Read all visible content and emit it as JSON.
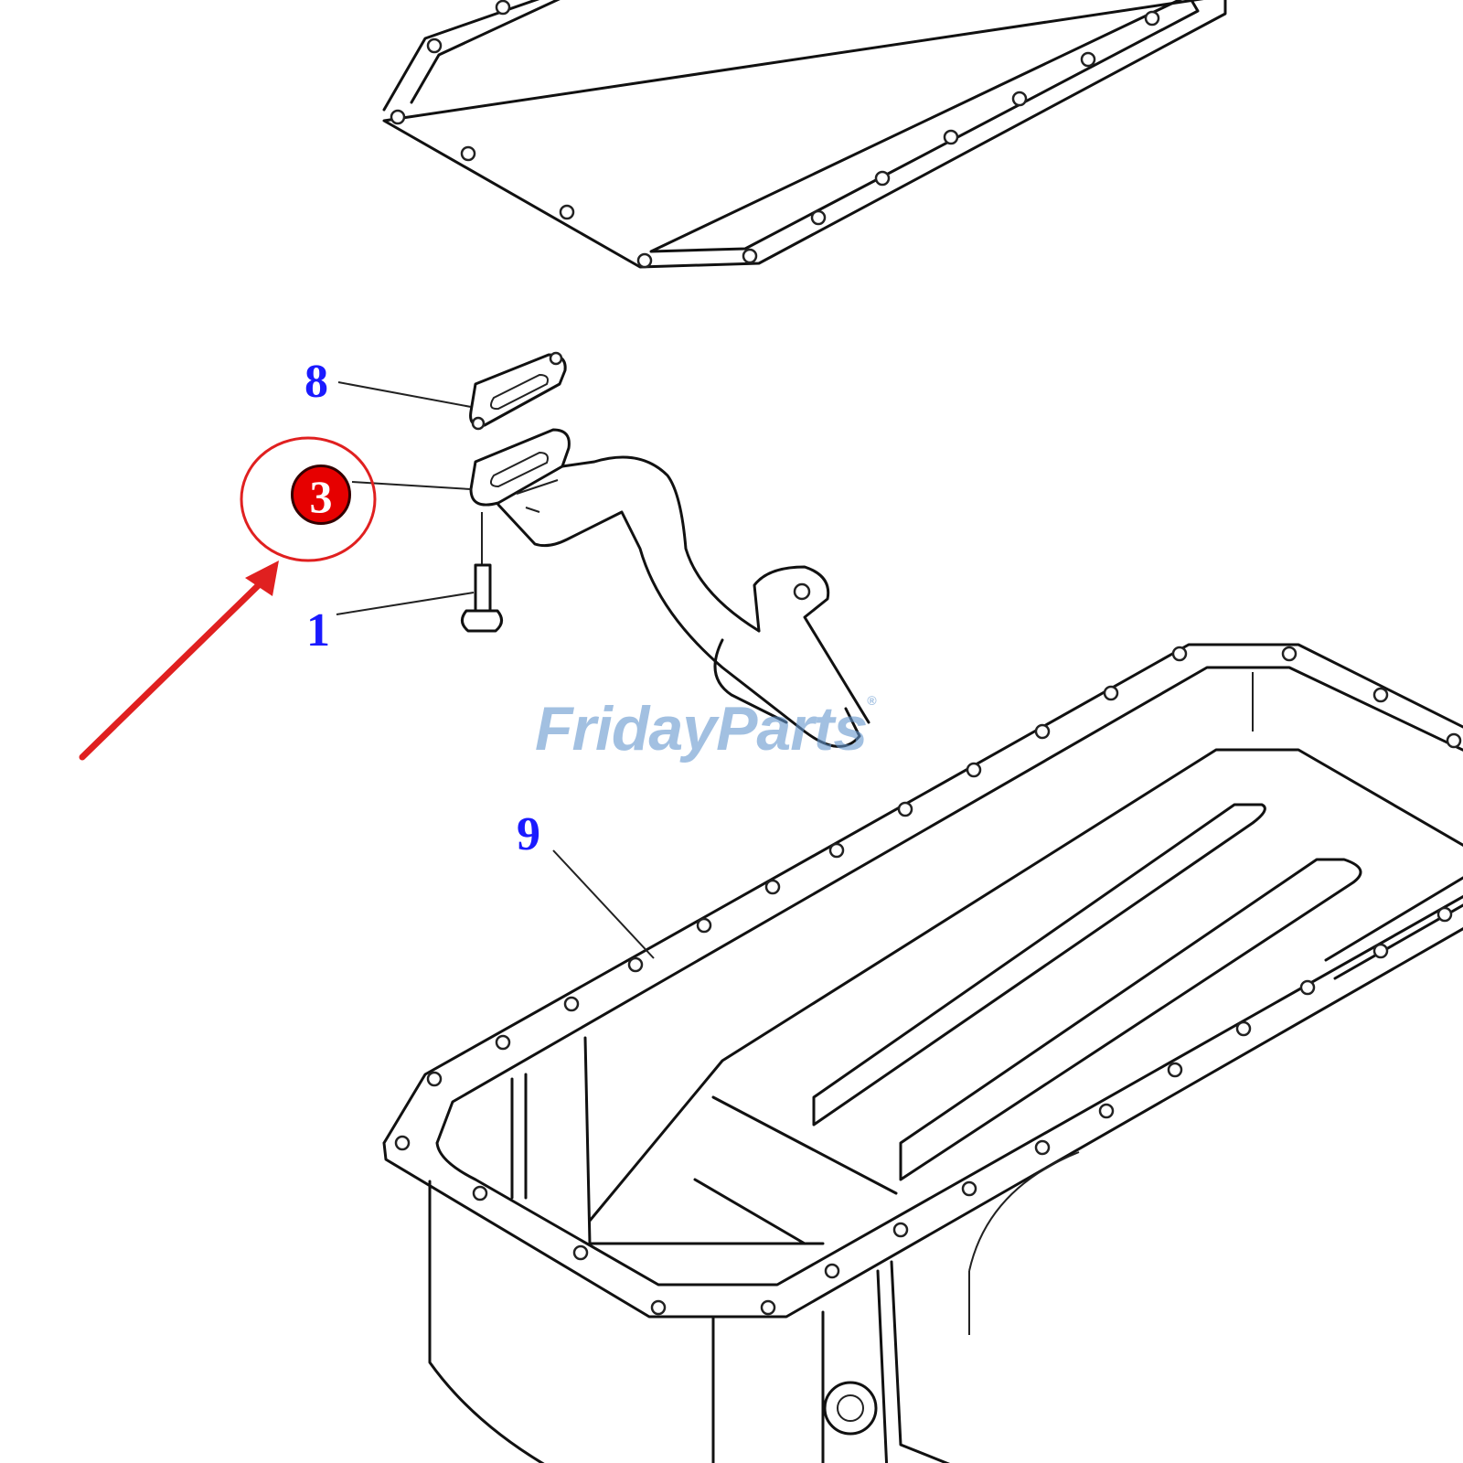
{
  "diagram": {
    "callouts": [
      {
        "id": "8",
        "label": "8",
        "color": "#1a1aff"
      },
      {
        "id": "3",
        "label": "3",
        "color": "#e60000",
        "highlighted": true
      },
      {
        "id": "1",
        "label": "1",
        "color": "#1a1aff"
      },
      {
        "id": "9",
        "label": "9",
        "color": "#1a1aff"
      }
    ],
    "highlight_color": "#e02020",
    "watermark": {
      "text": "FridayParts",
      "mark": "®",
      "color": "#6496cd",
      "accent": "#f5b060"
    }
  }
}
